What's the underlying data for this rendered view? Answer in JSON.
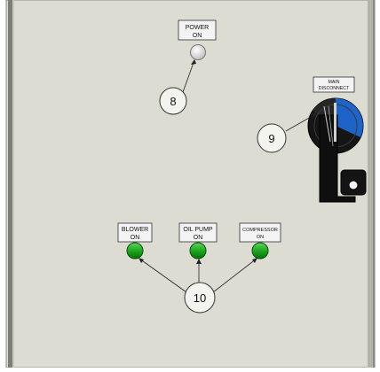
{
  "panel": {
    "colors": {
      "face": "#dcdcd2",
      "frame": "#6e6e68",
      "label_bg": "#f4f4f4",
      "indicator_green": "#1aa31a",
      "indicator_white": "#e8e8e8",
      "switch_black": "#111111",
      "switch_blue": "#1e63c8"
    }
  },
  "labels": {
    "power_on": [
      "POWER",
      "ON"
    ],
    "main_disconnect": [
      "MAIN",
      "DISCONNECT"
    ],
    "blower_on": [
      "BLOWER",
      "ON"
    ],
    "oil_pump_on": [
      "OIL PUMP",
      "ON"
    ],
    "compressor_on": [
      "COMPRESSOR",
      "ON"
    ]
  },
  "callouts": {
    "power": "8",
    "disconnect": "9",
    "indicators": "10"
  }
}
